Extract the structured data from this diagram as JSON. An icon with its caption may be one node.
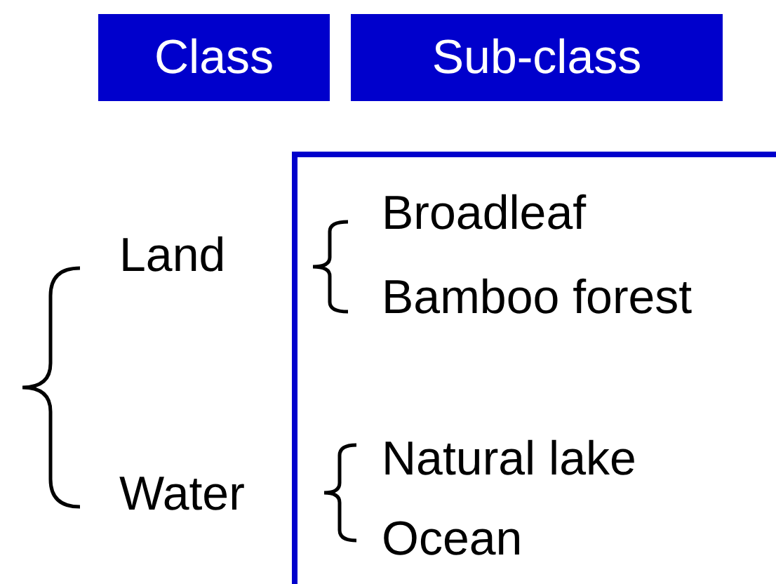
{
  "diagram": {
    "nodes": [
      {
        "text": [
          "Class"
        ]
      },
      {
        "text": [
          "Sub-class"
        ]
      },
      {
        "text": [
          "Broadleaf",
          "Bamboo forest",
          "Natural lake",
          "Ocean"
        ]
      }
    ],
    "labels": [
      "Land",
      "Water"
    ]
  }
}
